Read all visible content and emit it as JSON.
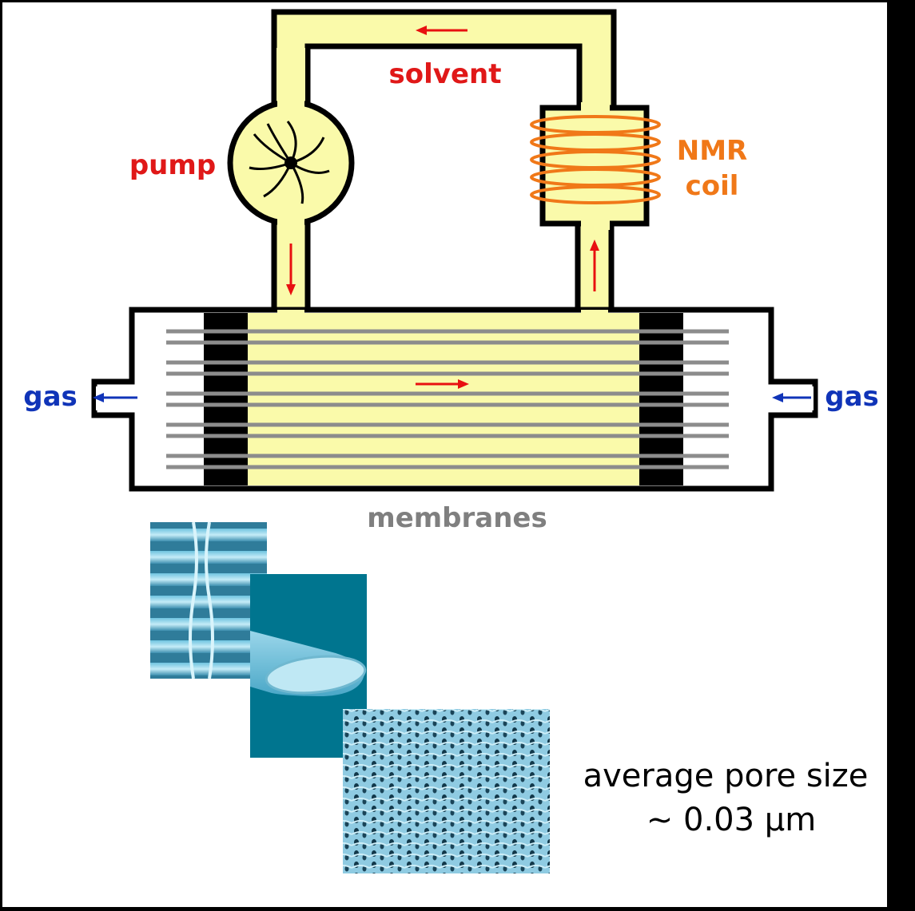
{
  "labels": {
    "solvent": "solvent",
    "pump": "pump",
    "nmr_line1": "NMR",
    "nmr_line2": "coil",
    "gas_left": "gas",
    "gas_right": "gas",
    "membranes": "membranes",
    "pore_line1": "average pore size",
    "pore_line2": "~ 0.03 µm"
  },
  "colors": {
    "background": "#000000",
    "panel": "#ffffff",
    "solvent_fill": "#fafaaa",
    "flow_arrow": "#e81010",
    "label_red": "#e01818",
    "label_orange": "#f07818",
    "label_blue": "#1034b8",
    "label_gray": "#7f7f7f",
    "membrane_tube": "#8c8c8c",
    "micrograph_blue": "#2a8fb0"
  },
  "icons": {
    "pump": "impeller-icon",
    "coil": "coil-icon",
    "micrographs": [
      "fiber-bundle-micrograph",
      "hollow-fiber-micrograph",
      "pore-surface-micrograph"
    ]
  }
}
